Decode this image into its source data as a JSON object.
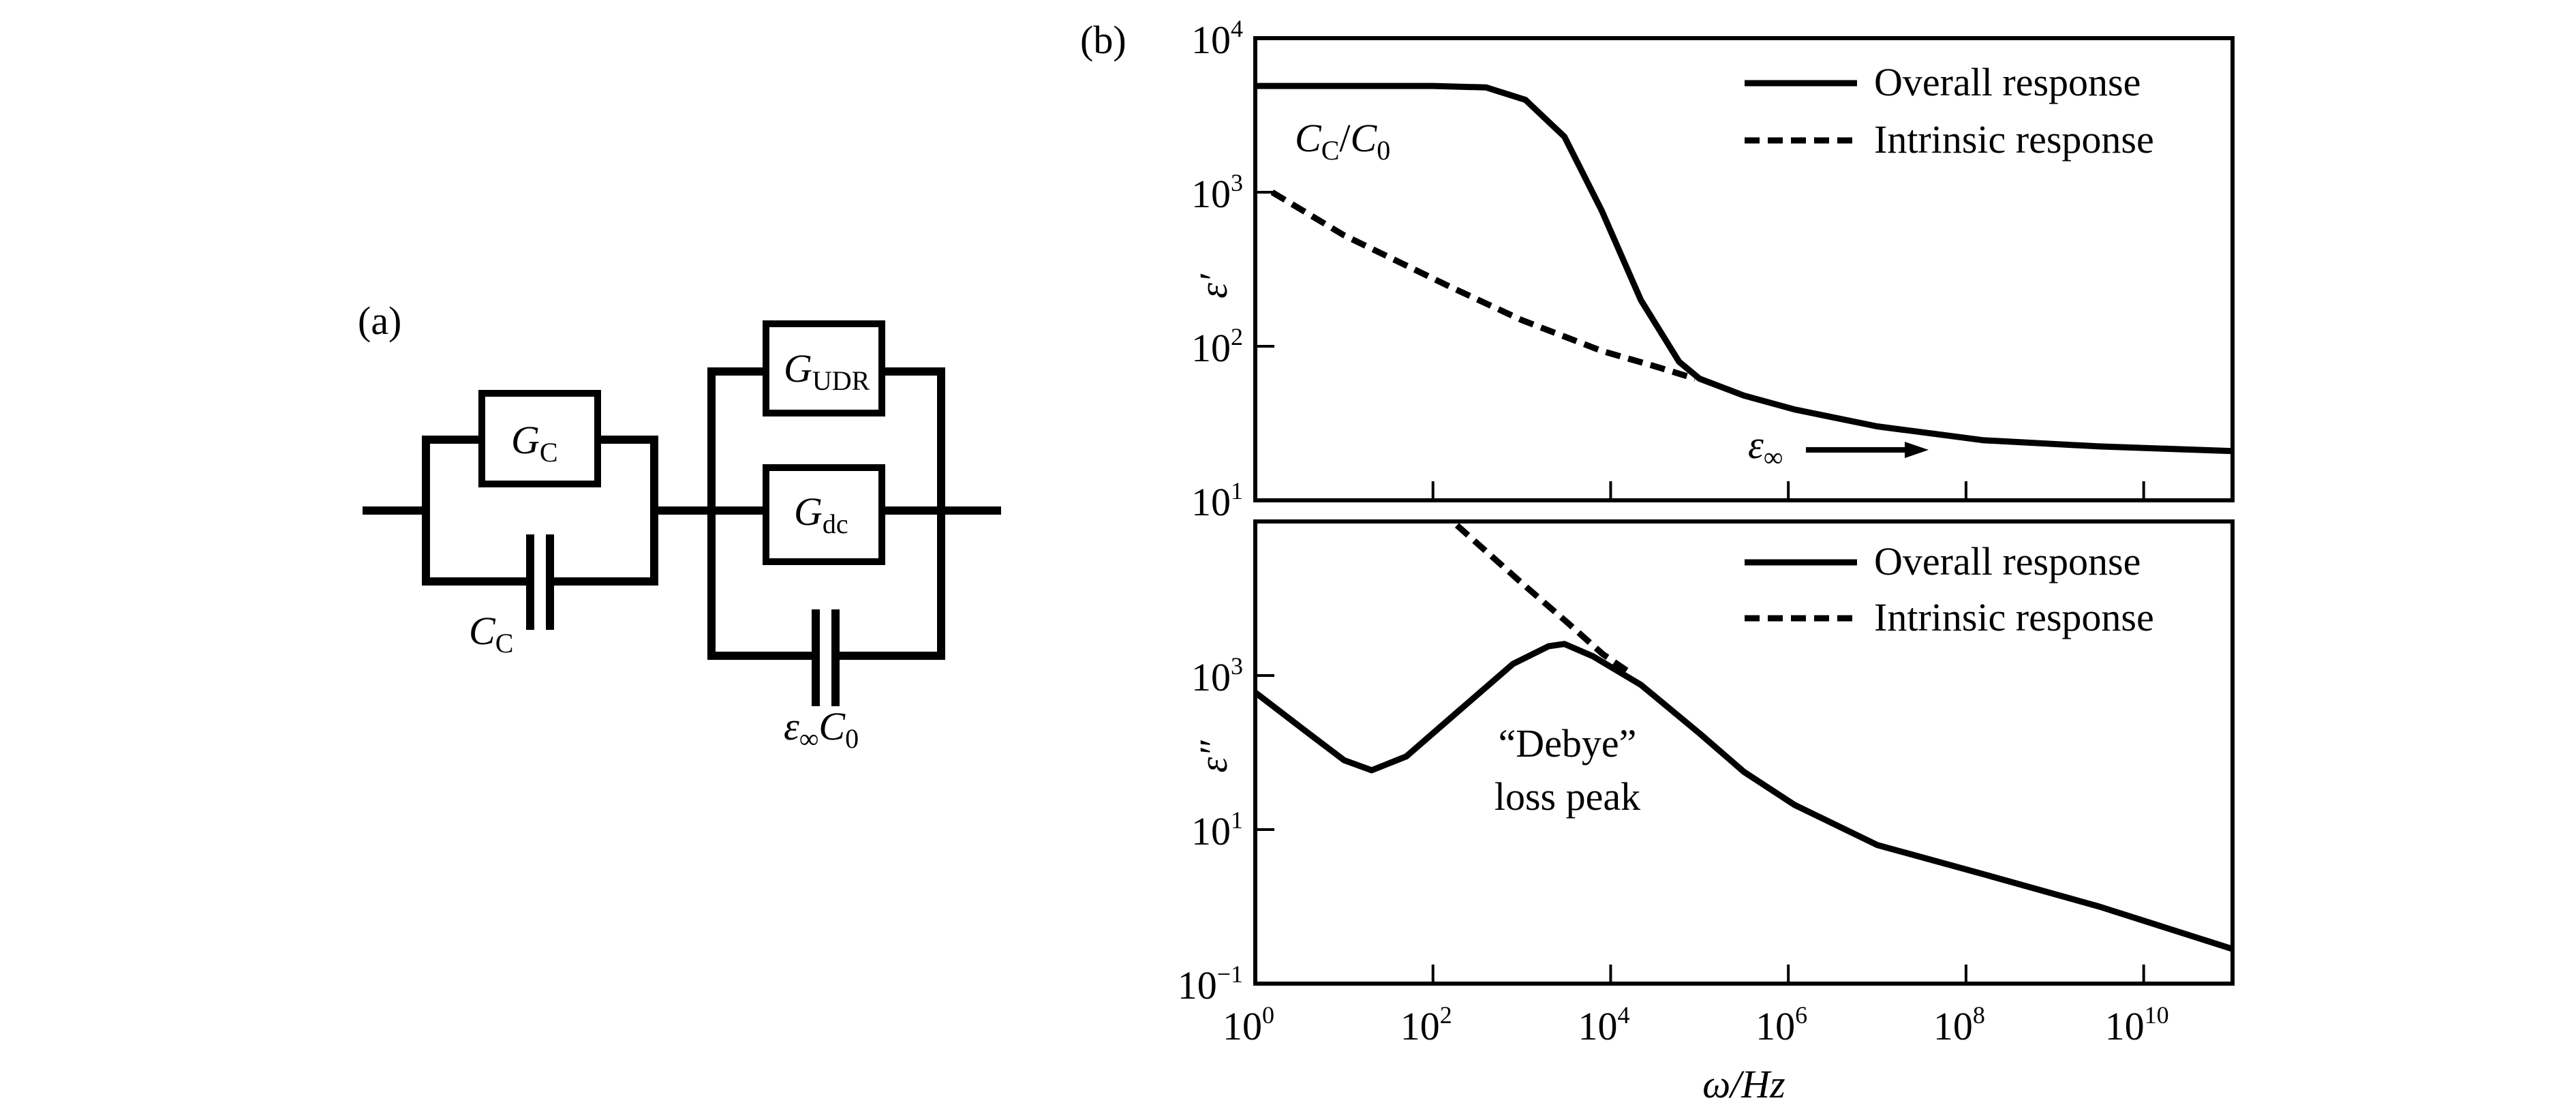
{
  "panel_a": {
    "label": "(a)",
    "components": {
      "gc": {
        "main": "G",
        "sub": "C"
      },
      "cc": {
        "main": "C",
        "sub": "C"
      },
      "gudr": {
        "main": "G",
        "sub": "UDR"
      },
      "gdc": {
        "main": "G",
        "sub": "dc"
      },
      "cinf": {
        "eps": "ε",
        "eps_sub": "∞",
        "main": "C",
        "sub": "0"
      }
    }
  },
  "panel_b": {
    "label": "(b)"
  },
  "chart_data": [
    {
      "type": "line",
      "title": "",
      "xlabel": "ω/Hz",
      "ylabel": "ε′",
      "xscale": "log",
      "yscale": "log",
      "xlim": [
        1,
        100000000000.0
      ],
      "ylim": [
        10,
        10000
      ],
      "yticks": [
        {
          "base": "10",
          "exp": "1"
        },
        {
          "base": "10",
          "exp": "2"
        },
        {
          "base": "10",
          "exp": "3"
        },
        {
          "base": "10",
          "exp": "4"
        }
      ],
      "legend": {
        "placement": "top-right",
        "entries": [
          "Overall response",
          "Intrinsic response"
        ]
      },
      "annotations": {
        "plateau": {
          "a": "C",
          "a_sub": "C",
          "slash": "/",
          "b": "C",
          "b_sub": "0"
        },
        "limit": {
          "eps": "ε",
          "sub": "∞"
        }
      },
      "series": [
        {
          "name": "Overall response",
          "style": "solid",
          "log_x": [
            0,
            1,
            2,
            2.6,
            3.04,
            3.48,
            3.9,
            4.34,
            4.77,
            5.0,
            5.5,
            6.07,
            7,
            8.2,
            9.5,
            11
          ],
          "log_y": [
            3.69,
            3.69,
            3.69,
            3.68,
            3.6,
            3.36,
            2.88,
            2.3,
            1.9,
            1.79,
            1.68,
            1.59,
            1.48,
            1.39,
            1.35,
            1.32
          ]
        },
        {
          "name": "Intrinsic response",
          "style": "dashed",
          "log_x": [
            0.19,
            1,
            2.18,
            3.0,
            3.9,
            4.5,
            4.95
          ],
          "log_y": [
            3.0,
            2.72,
            2.39,
            2.17,
            1.97,
            1.87,
            1.79
          ]
        }
      ]
    },
    {
      "type": "line",
      "title": "",
      "xlabel": "ω/Hz",
      "ylabel": "ε″",
      "xscale": "log",
      "yscale": "log",
      "xlim": [
        1,
        100000000000.0
      ],
      "ylim": [
        0.1,
        100000
      ],
      "xticks": [
        {
          "base": "10",
          "exp": "0"
        },
        {
          "base": "10",
          "exp": "2"
        },
        {
          "base": "10",
          "exp": "4"
        },
        {
          "base": "10",
          "exp": "6"
        },
        {
          "base": "10",
          "exp": "8"
        },
        {
          "base": "10",
          "exp": "10"
        }
      ],
      "yticks": [
        {
          "base": "10",
          "exp": "−1"
        },
        {
          "base": "10",
          "exp": "1"
        },
        {
          "base": "10",
          "exp": "3"
        }
      ],
      "legend": {
        "placement": "top-right",
        "entries": [
          "Overall response",
          "Intrinsic response"
        ]
      },
      "annotations": {
        "peak_line1": "“Debye”",
        "peak_line2": "loss peak"
      },
      "series": [
        {
          "name": "Overall response",
          "style": "solid",
          "log_x": [
            0,
            0.6,
            1.0,
            1.31,
            1.7,
            2.3,
            2.9,
            3.3,
            3.48,
            3.8,
            4.34,
            5.0,
            5.5,
            6.07,
            7.0,
            8.23,
            9.5,
            11
          ],
          "log_y": [
            2.78,
            2.25,
            1.9,
            1.77,
            1.95,
            2.55,
            3.15,
            3.38,
            3.41,
            3.25,
            2.88,
            2.25,
            1.75,
            1.32,
            0.8,
            0.41,
            0.0,
            -0.55
          ]
        },
        {
          "name": "Intrinsic response",
          "style": "dashed",
          "log_x": [
            2.27,
            3.0,
            3.5,
            3.91,
            4.2
          ],
          "log_y": [
            4.95,
            4.2,
            3.7,
            3.28,
            3.05
          ]
        }
      ]
    }
  ]
}
